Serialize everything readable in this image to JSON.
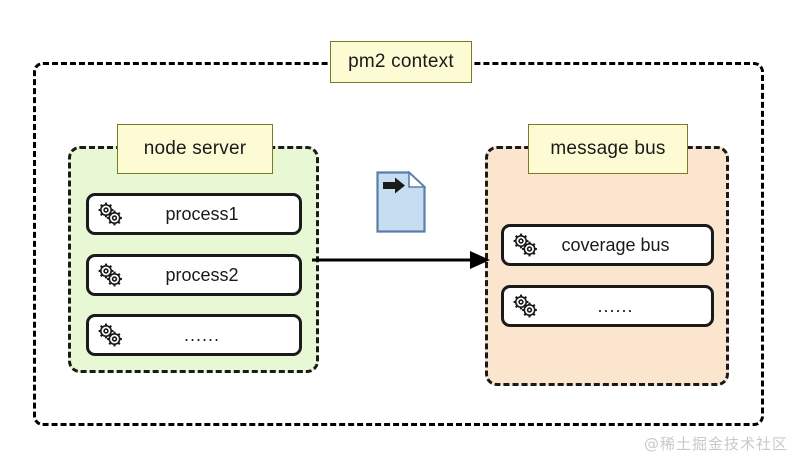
{
  "diagram": {
    "title": "pm2 context",
    "outer_frame": {
      "label": "pm2 context",
      "border_style": "dashed",
      "border_color": "#000000"
    },
    "regions": [
      {
        "id": "node-server",
        "label": "node server",
        "fill_color": "#e8f8d5",
        "border_color": "#1a1a1a",
        "items": [
          {
            "icon": "gears-icon",
            "label": "process1"
          },
          {
            "icon": "gears-icon",
            "label": "process2"
          },
          {
            "icon": "gears-icon",
            "label": "......"
          }
        ]
      },
      {
        "id": "message-bus",
        "label": "message bus",
        "fill_color": "#fce5ce",
        "border_color": "#1a1a1a",
        "items": [
          {
            "icon": "gears-icon",
            "label": "coverage bus"
          },
          {
            "icon": "gears-icon",
            "label": "......"
          }
        ]
      }
    ],
    "middle_icon": {
      "name": "document-with-arrow-icon",
      "fill_color": "#c6ddf2",
      "border_color": "#5b7ea8",
      "arrow_color": "#1a1a1a"
    },
    "connector": {
      "name": "flow-arrow",
      "from": "node-server",
      "to": "message-bus",
      "color": "#000000"
    },
    "label_plate_colors": {
      "fill": "#fcfbd3",
      "border": "#7a7a23"
    }
  },
  "watermark": {
    "text": "@稀土掘金技术社区",
    "color": "#c9c9c9"
  }
}
